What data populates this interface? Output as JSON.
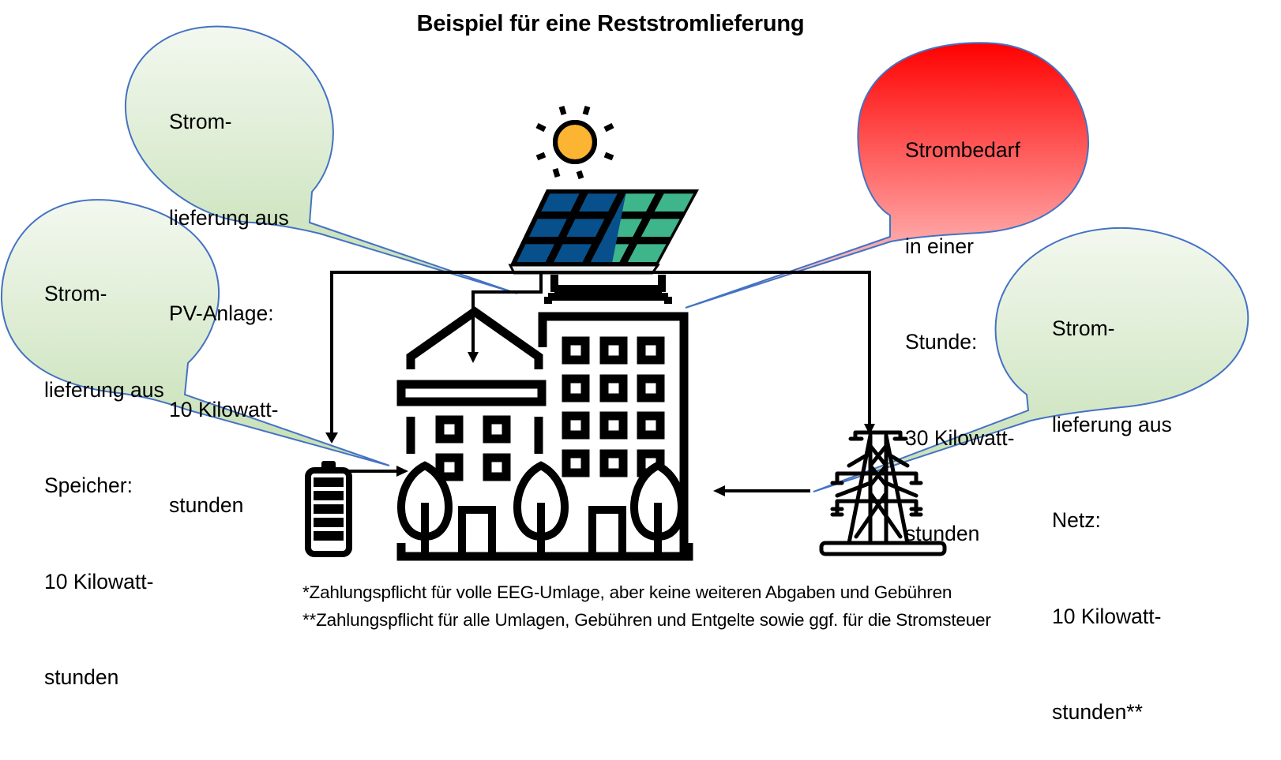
{
  "title": "Beispiel für eine Reststromlieferung",
  "bubbles": {
    "pv": {
      "lines": [
        "Strom-",
        "lieferung aus",
        "PV-Anlage:",
        "10 Kilowatt-",
        "stunden"
      ],
      "fill_top": "#f3f8ef",
      "fill_bottom": "#c4dfb3",
      "stroke": "#4472c4"
    },
    "storage": {
      "lines": [
        "Strom-",
        "lieferung aus",
        "Speicher:",
        "10 Kilowatt-",
        "stunden"
      ],
      "fill_top": "#f3f8ef",
      "fill_bottom": "#c4dfb3",
      "stroke": "#4472c4"
    },
    "demand": {
      "lines": [
        "Strombedarf",
        "in einer",
        "Stunde:",
        "30 Kilowatt-",
        "stunden"
      ],
      "fill_top": "#ff0000",
      "fill_bottom": "#ffdede",
      "stroke": "#4472c4"
    },
    "grid": {
      "lines": [
        "Strom-",
        "lieferung aus",
        "Netz:",
        "10 Kilowatt-",
        "stunden**"
      ],
      "fill_top": "#f3f8ef",
      "fill_bottom": "#c4dfb3",
      "stroke": "#4472c4"
    }
  },
  "icons": {
    "sun": "sun-icon",
    "solar_panel": "solar-panel-icon",
    "building": "building-icon",
    "battery": "battery-icon",
    "power_tower": "power-transmission-tower-icon"
  },
  "colors": {
    "sun_main": "#fbb533",
    "sun_shade": "#f39a35",
    "panel_blue": "#07508c",
    "panel_green": "#3fb58c"
  },
  "footnotes": [
    "*Zahlungspflicht für volle EEG-Umlage, aber keine weiteren Abgaben und Gebühren",
    "**Zahlungspflicht für alle Umlagen, Gebühren und Entgelte sowie ggf. für die Stromsteuer"
  ]
}
